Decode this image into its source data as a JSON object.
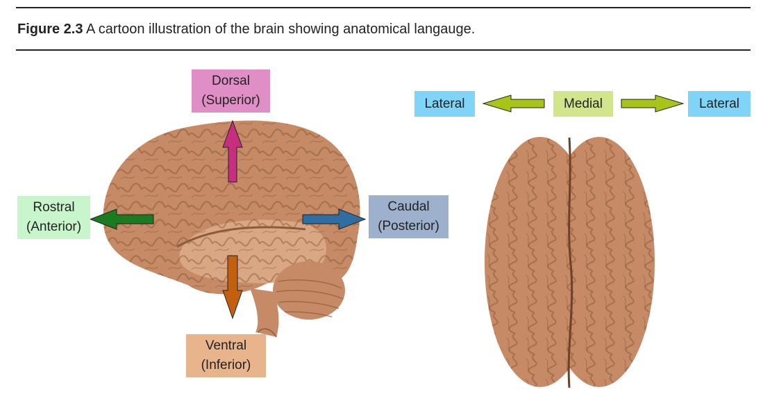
{
  "caption": {
    "figure_label": "Figure 2.3",
    "text": " A cartoon illustration of the brain showing anatomical langauge."
  },
  "labels": {
    "dorsal": {
      "line1": "Dorsal",
      "line2": "(Superior)",
      "color": "#e08fc6"
    },
    "ventral": {
      "line1": "Ventral",
      "line2": "(Inferior)",
      "color": "#e8b48c"
    },
    "rostral": {
      "line1": "Rostral",
      "line2": "(Anterior)",
      "color": "#c8f5cc"
    },
    "caudal": {
      "line1": "Caudal",
      "line2": "(Posterior)",
      "color": "#9db1cd"
    },
    "medial": {
      "text": "Medial",
      "color": "#d1e68c"
    },
    "lateral_left": {
      "text": "Lateral",
      "color": "#7fd4f8"
    },
    "lateral_right": {
      "text": "Lateral",
      "color": "#7fd4f8"
    }
  },
  "arrow_colors": {
    "dorsal": "#c72e7e",
    "ventral": "#c2600f",
    "rostral": "#1a7b21",
    "caudal": "#2f6ea3",
    "lateral": "#a8c418"
  },
  "brain_colors": {
    "base": "#c68b66",
    "light": "#dcab88",
    "dark": "#8f5a3c"
  }
}
